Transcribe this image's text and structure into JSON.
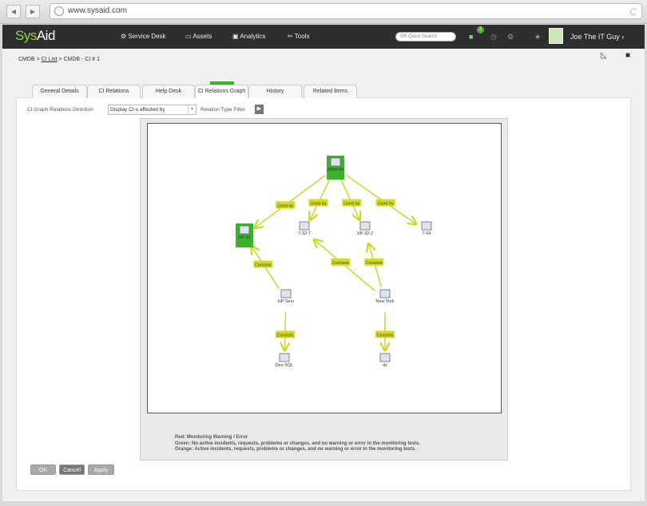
{
  "browser": {
    "url": "www.sysaid.com",
    "back": "◀",
    "forward": "▶",
    "reload": "C"
  },
  "nav": {
    "logo_a": "Sys",
    "logo_b": "Aid",
    "items": [
      {
        "icon": "service-desk-icon",
        "label": "Service Desk"
      },
      {
        "icon": "assets-icon",
        "label": "Assets"
      },
      {
        "icon": "analytics-icon",
        "label": "Analytics"
      },
      {
        "icon": "tools-icon",
        "label": "Tools"
      }
    ],
    "quick_search_placeholder": "SR Quick Search",
    "notification_count": "2",
    "user": "Joe The IT Guy"
  },
  "breadcrumb": {
    "root": "CMDB",
    "sep": ">",
    "link": "CI List",
    "current": "CMDB - CI # 1"
  },
  "tabs": [
    {
      "label": "General Details"
    },
    {
      "label": "CI Relations"
    },
    {
      "label": "Help Desk"
    },
    {
      "label": "CI Relations Graph",
      "active": true
    },
    {
      "label": "History"
    },
    {
      "label": "Related Items"
    }
  ],
  "filters": {
    "direction_label": "CI Graph Relations Direction",
    "direction_value": "Display CI-s affected by",
    "relation_filter_label": "Relation Type Filter"
  },
  "graph": {
    "nodes": [
      {
        "id": "a",
        "label": "2008-64",
        "status": "green"
      },
      {
        "id": "b",
        "label": "XP-32",
        "status": "green"
      },
      {
        "id": "c",
        "label": "7-32-7"
      },
      {
        "id": "d",
        "label": "XP-32-2"
      },
      {
        "id": "e",
        "label": "7-64"
      },
      {
        "id": "f",
        "label": "HP Serv"
      },
      {
        "id": "g",
        "label": "New York"
      },
      {
        "id": "h",
        "label": "Dev-SQL"
      },
      {
        "id": "i",
        "label": "dz"
      }
    ],
    "edges": [
      {
        "from": "a",
        "to": "b",
        "label": "Used by"
      },
      {
        "from": "a",
        "to": "c",
        "label": "Used by"
      },
      {
        "from": "a",
        "to": "d",
        "label": "Used by"
      },
      {
        "from": "a",
        "to": "e",
        "label": "Used by"
      },
      {
        "from": "f",
        "to": "b",
        "label": "Consists"
      },
      {
        "from": "g",
        "to": "c",
        "label": "Consists"
      },
      {
        "from": "g",
        "to": "d",
        "label": "Consists"
      },
      {
        "from": "f",
        "to": "h",
        "label": "Consists"
      },
      {
        "from": "g",
        "to": "i",
        "label": "Consists"
      }
    ],
    "colors": {
      "node_green": "#3cb22c",
      "edge": "#c8d82a",
      "label_bg": "#d4dc1c"
    }
  },
  "legend": [
    "Red: Monitoring Warning / Error",
    "Green: No active incidents, requests, problems or changes, and no warning or error in the monitoring tests.",
    "Orange: Active incidents, requests, problems or changes, and no warning or error in the monitoring tests."
  ],
  "buttons": {
    "ok": "OK",
    "cancel": "Cancel",
    "apply": "Apply"
  }
}
